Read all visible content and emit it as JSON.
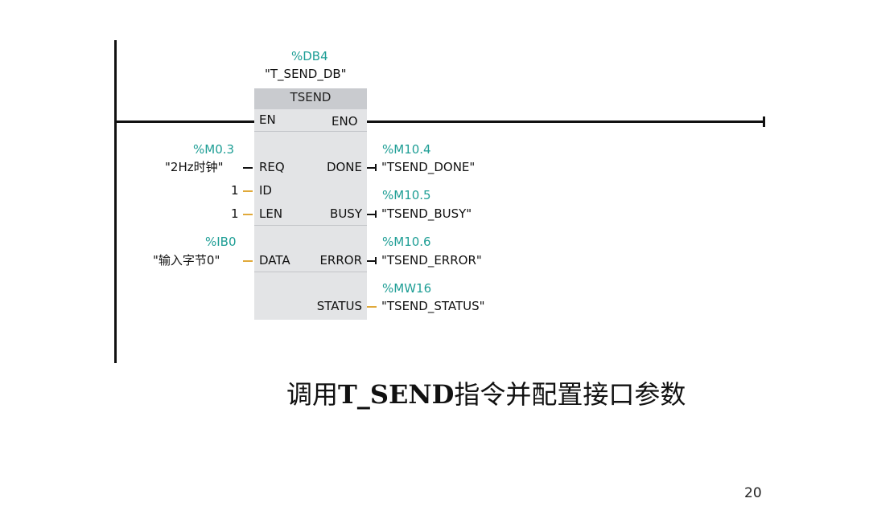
{
  "block": {
    "db_address": "%DB4",
    "db_name": "\"T_SEND_DB\"",
    "title": "TSEND",
    "pin_en": "EN",
    "pin_eno": "ENO"
  },
  "inputs": {
    "req": {
      "address": "%M0.3",
      "tag": "\"2Hz时钟\"",
      "pin": "REQ"
    },
    "id": {
      "value": "1",
      "pin": "ID"
    },
    "len": {
      "value": "1",
      "pin": "LEN"
    },
    "data": {
      "address": "%IB0",
      "tag": "\"输入字节0\"",
      "pin": "DATA"
    }
  },
  "outputs": {
    "done": {
      "address": "%M10.4",
      "tag": "\"TSEND_DONE\"",
      "pin": "DONE"
    },
    "busy": {
      "address": "%M10.5",
      "tag": "\"TSEND_BUSY\"",
      "pin": "BUSY"
    },
    "error": {
      "address": "%M10.6",
      "tag": "\"TSEND_ERROR\"",
      "pin": "ERROR"
    },
    "status": {
      "address": "%MW16",
      "tag": "\"TSEND_STATUS\"",
      "pin": "STATUS"
    }
  },
  "caption": {
    "prefix": "调用",
    "bold": "T_SEND",
    "suffix": "指令并配置接口参数"
  },
  "page_number": "20",
  "colors": {
    "address": "#1e9e95",
    "block_body": "#e3e4e6",
    "block_header": "#c9cbcf",
    "word_connector": "#e0a93a"
  }
}
